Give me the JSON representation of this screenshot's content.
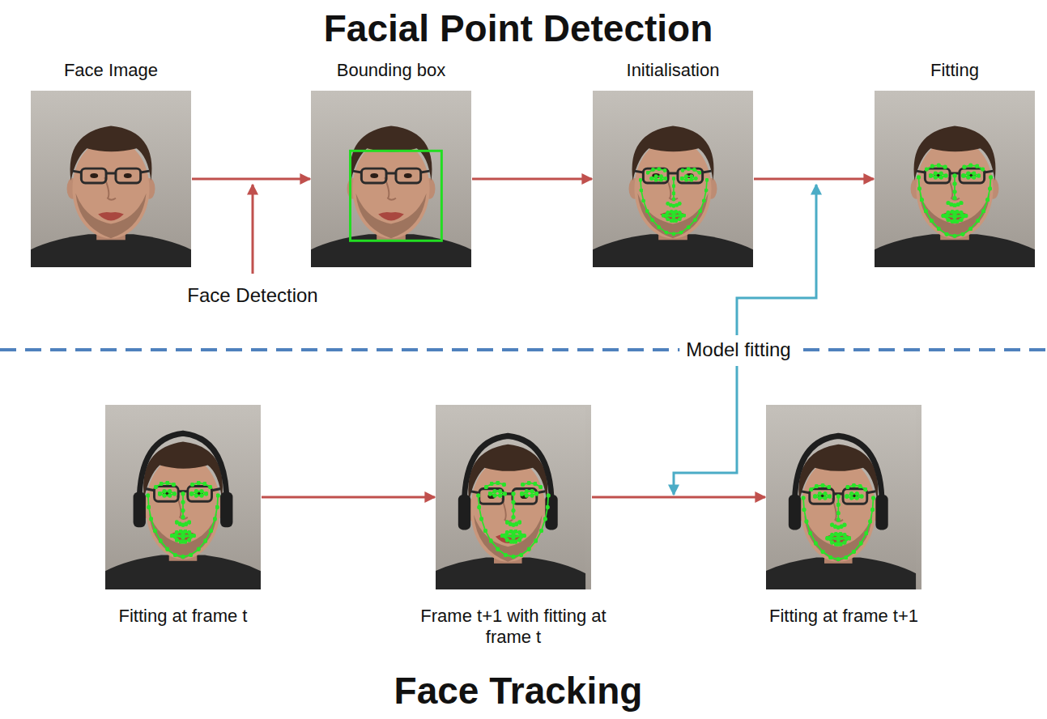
{
  "diagram": {
    "title": "Facial Point Detection",
    "caption": "Face Tracking",
    "nodes": [
      {
        "text": [
          "Face Image"
        ]
      },
      {
        "text": [
          "Bounding box"
        ]
      },
      {
        "text": [
          "Initialisation"
        ]
      },
      {
        "text": [
          "Fitting"
        ]
      },
      {
        "text": [
          "Fitting at frame t"
        ]
      },
      {
        "text": [
          "Frame t+1 with fitting at frame t"
        ]
      },
      {
        "text": [
          "Fitting at frame t+1"
        ]
      }
    ],
    "edges": [
      {
        "from": 0,
        "to": 1,
        "arrow": "to"
      },
      {
        "from": 1,
        "to": 2,
        "arrow": "to"
      },
      {
        "from": 2,
        "to": 3,
        "arrow": "to"
      },
      {
        "from": 4,
        "to": 5,
        "arrow": "to"
      },
      {
        "from": 5,
        "to": 6,
        "arrow": "to"
      }
    ],
    "labels": [
      "Face Detection",
      "Model fitting"
    ]
  }
}
